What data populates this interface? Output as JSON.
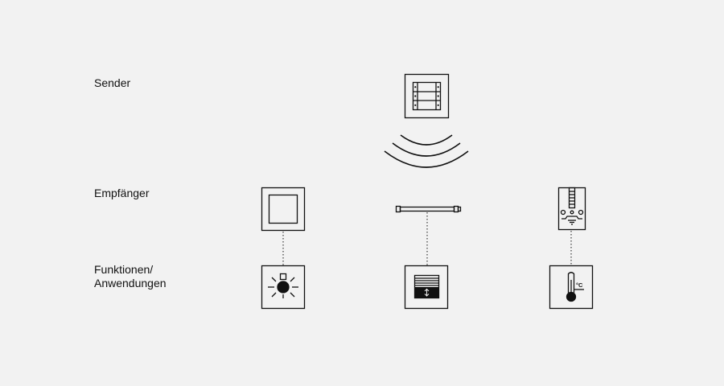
{
  "rows": {
    "sender": "Sender",
    "receiver": "Empfänger",
    "functions_line1": "Funktionen/",
    "functions_line2": "Anwendungen"
  },
  "devices": {
    "sender": {
      "icon": "multi-button-wall-switch-icon"
    },
    "receivers": [
      {
        "icon": "flush-mounted-switch-icon"
      },
      {
        "icon": "tubular-motor-icon"
      },
      {
        "icon": "radiator-valve-actuator-icon"
      }
    ],
    "functions": [
      {
        "icon": "light-bulb-icon",
        "label": ""
      },
      {
        "icon": "roller-shutter-icon",
        "label": ""
      },
      {
        "icon": "thermometer-icon",
        "label": "°C"
      }
    ]
  },
  "colors": {
    "background": "#f2f2f2",
    "stroke": "#111111",
    "box_fill": "#f2f2f2"
  }
}
